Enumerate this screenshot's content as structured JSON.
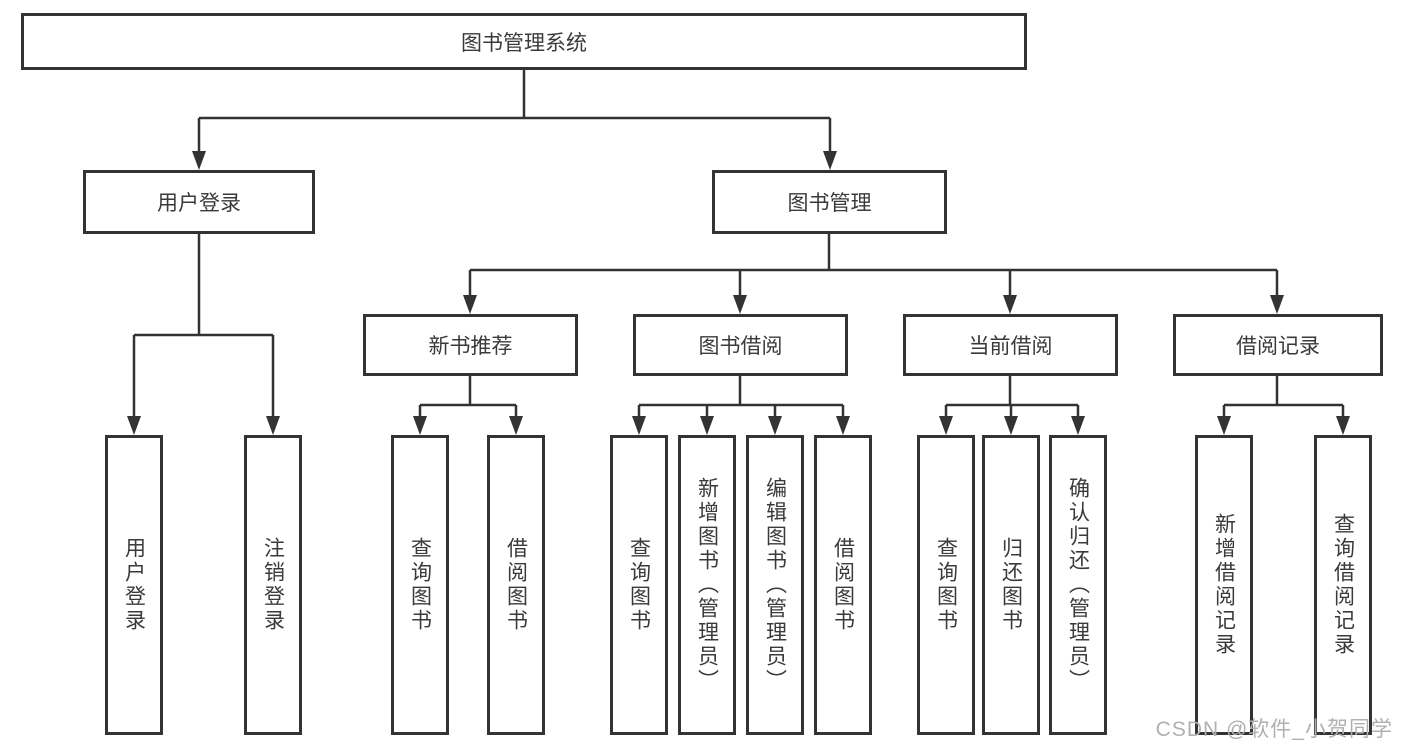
{
  "tree": {
    "label": "图书管理系统",
    "children": [
      {
        "label": "用户登录",
        "children": [
          {
            "label": "用户登录"
          },
          {
            "label": "注销登录"
          }
        ]
      },
      {
        "label": "图书管理",
        "children": [
          {
            "label": "新书推荐",
            "children": [
              {
                "label": "查询图书"
              },
              {
                "label": "借阅图书"
              }
            ]
          },
          {
            "label": "图书借阅",
            "children": [
              {
                "label": "查询图书"
              },
              {
                "label": "新增图书（管理员）"
              },
              {
                "label": "编辑图书（管理员）"
              },
              {
                "label": "借阅图书"
              }
            ]
          },
          {
            "label": "当前借阅",
            "children": [
              {
                "label": "查询图书"
              },
              {
                "label": "归还图书"
              },
              {
                "label": "确认归还（管理员）"
              }
            ]
          },
          {
            "label": "借阅记录",
            "children": [
              {
                "label": "新增借阅记录"
              },
              {
                "label": "查询借阅记录"
              }
            ]
          }
        ]
      }
    ]
  },
  "watermark": "CSDN @软件_小贺同学",
  "colors": {
    "line": "#333333",
    "box_border": "#333333",
    "box_background": "#ffffff",
    "text": "#3a3a3a",
    "watermark_text": "#b0b0b0"
  }
}
